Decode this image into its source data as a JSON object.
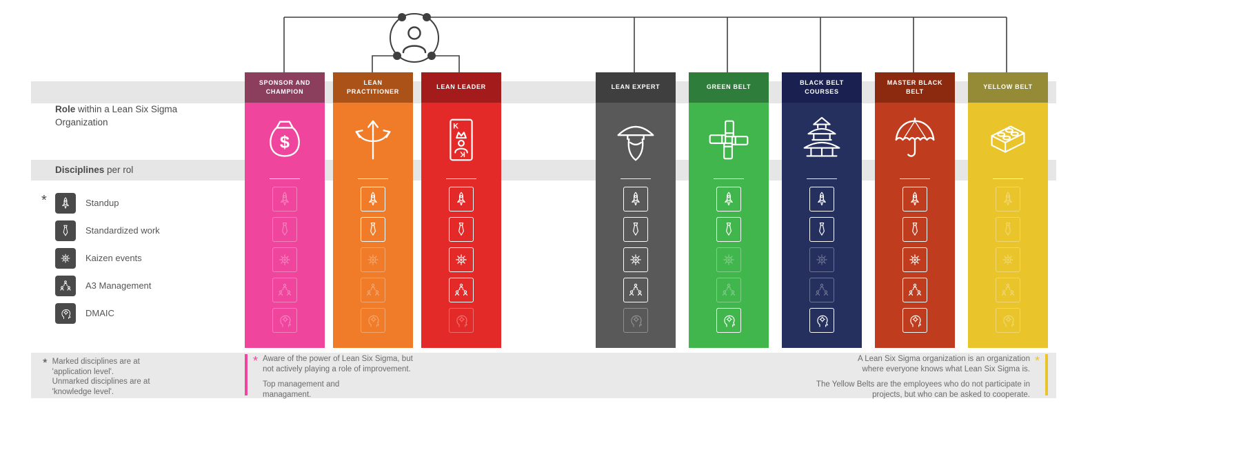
{
  "org_chart": {
    "person_node": "person-icon"
  },
  "left_panel": {
    "role_heading_bold": "Role",
    "role_heading_rest": " within a Lean Six Sigma Organization",
    "disciplines_heading_bold": "Disciplines",
    "disciplines_heading_rest": " per rol",
    "disciplines": [
      {
        "label": "Standup",
        "icon": "rocket-icon",
        "marked": true,
        "mark": "*"
      },
      {
        "label": "Standardized work",
        "icon": "tie-icon",
        "marked": false
      },
      {
        "label": "Kaizen events",
        "icon": "gear-icon",
        "marked": false
      },
      {
        "label": "A3 Management",
        "icon": "people-icon",
        "marked": false
      },
      {
        "label": "DMAIC",
        "icon": "head-gear-icon",
        "marked": false
      }
    ],
    "footnote_mark": "*",
    "footnote": "Marked disciplines are at\n'application level'.\nUnmarked disciplines are at\n'knowledge level'."
  },
  "columns": [
    {
      "title": "SPONSOR AND CHAMPION",
      "header_color": "#8c3f5d",
      "body_color": "#f0459c",
      "icon": "money-bag",
      "levels": [
        "knowledge",
        "knowledge",
        "knowledge",
        "knowledge",
        "knowledge"
      ]
    },
    {
      "title": "LEAN PRACTITIONER",
      "header_color": "#aa5218",
      "body_color": "#f07b28",
      "icon": "branching-arrows",
      "levels": [
        "application",
        "application",
        "knowledge",
        "knowledge",
        "knowledge"
      ]
    },
    {
      "title": "LEAN LEADER",
      "header_color": "#a31b1b",
      "body_color": "#e42a28",
      "icon": "king-card",
      "levels": [
        "application",
        "application",
        "application",
        "application",
        "knowledge"
      ]
    },
    {
      "title": "LEAN EXPERT",
      "header_color": "#3f3f3f",
      "body_color": "#595959",
      "icon": "sensei",
      "levels": [
        "application",
        "application",
        "application",
        "application",
        "knowledge"
      ]
    },
    {
      "title": "GREEN BELT",
      "header_color": "#2f7d3b",
      "body_color": "#41b64d",
      "icon": "teamwork-hands",
      "levels": [
        "application",
        "application",
        "knowledge",
        "knowledge",
        "application"
      ]
    },
    {
      "title": "BLACK BELT COURSES",
      "header_color": "#1a2150",
      "body_color": "#25305f",
      "icon": "pagoda",
      "levels": [
        "application",
        "application",
        "knowledge",
        "knowledge",
        "application"
      ]
    },
    {
      "title": "MASTER BLACK BELT",
      "header_color": "#8c2a10",
      "body_color": "#bf3d1e",
      "icon": "umbrella",
      "levels": [
        "application",
        "application",
        "application",
        "application",
        "application"
      ]
    },
    {
      "title": "YELLOW BELT",
      "header_color": "#958a36",
      "body_color": "#e9c42a",
      "icon": "lego-brick",
      "levels": [
        "knowledge",
        "knowledge",
        "knowledge",
        "knowledge",
        "knowledge"
      ]
    }
  ],
  "notes": {
    "sponsor": {
      "mark": "*",
      "accent": "#f0459c",
      "para1": "Aware of the power of Lean Six Sigma, but\nnot actively playing a role of improvement.",
      "para2": "Top management and\nmanagament."
    },
    "yellow": {
      "mark": "*",
      "accent": "#e9c42a",
      "para1": "A Lean Six Sigma organization is an organization\nwhere everyone knows what Lean Six Sigma is.",
      "para2": "The Yellow Belts are the employees who do not participate in\nprojects, but who can be asked to cooperate."
    }
  }
}
